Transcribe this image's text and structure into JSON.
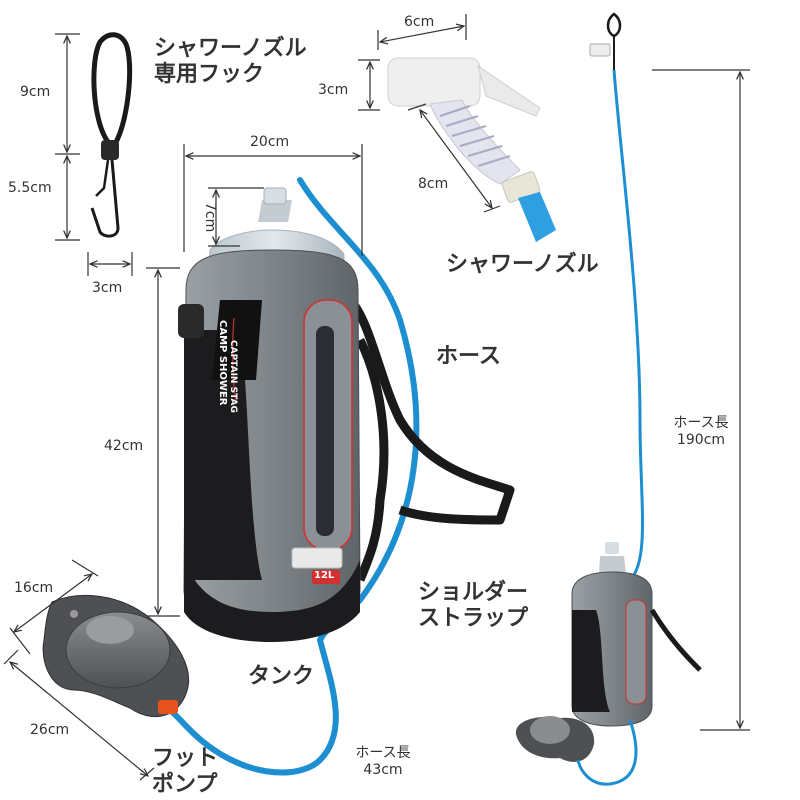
{
  "labels": {
    "hook_line1": "シャワーノズル",
    "hook_line2": "専用フック",
    "nozzle": "シャワーノズル",
    "hose": "ホース",
    "strap_line1": "ショルダー",
    "strap_line2": "ストラップ",
    "tank": "タンク",
    "pump_line1": "フット",
    "pump_line2": "ポンプ"
  },
  "dimensions": {
    "hook_height_top": "9cm",
    "hook_height_bottom": "5.5cm",
    "hook_width": "3cm",
    "nozzle_width": "6cm",
    "nozzle_height": "3cm",
    "nozzle_length": "8cm",
    "tank_width": "20cm",
    "tank_neck": "7cm",
    "tank_height": "42cm",
    "pump_width": "16cm",
    "pump_length": "26cm",
    "short_hose_line1": "ホース長",
    "short_hose_line2": "43cm",
    "long_hose_line1": "ホース長",
    "long_hose_line2": "190cm"
  },
  "product_markings": {
    "brand": "CAPTAIN STAG",
    "model": "CAMP SHOWER",
    "capacity": "12L"
  },
  "colors": {
    "tank_body": "#7e8488",
    "tank_dark": "#1c1c1e",
    "hose": "#1d8fd1",
    "pump": "#6d6f72",
    "nozzle": "#eeeeee",
    "accent_red": "#d1312f",
    "dim_line": "#333333"
  }
}
